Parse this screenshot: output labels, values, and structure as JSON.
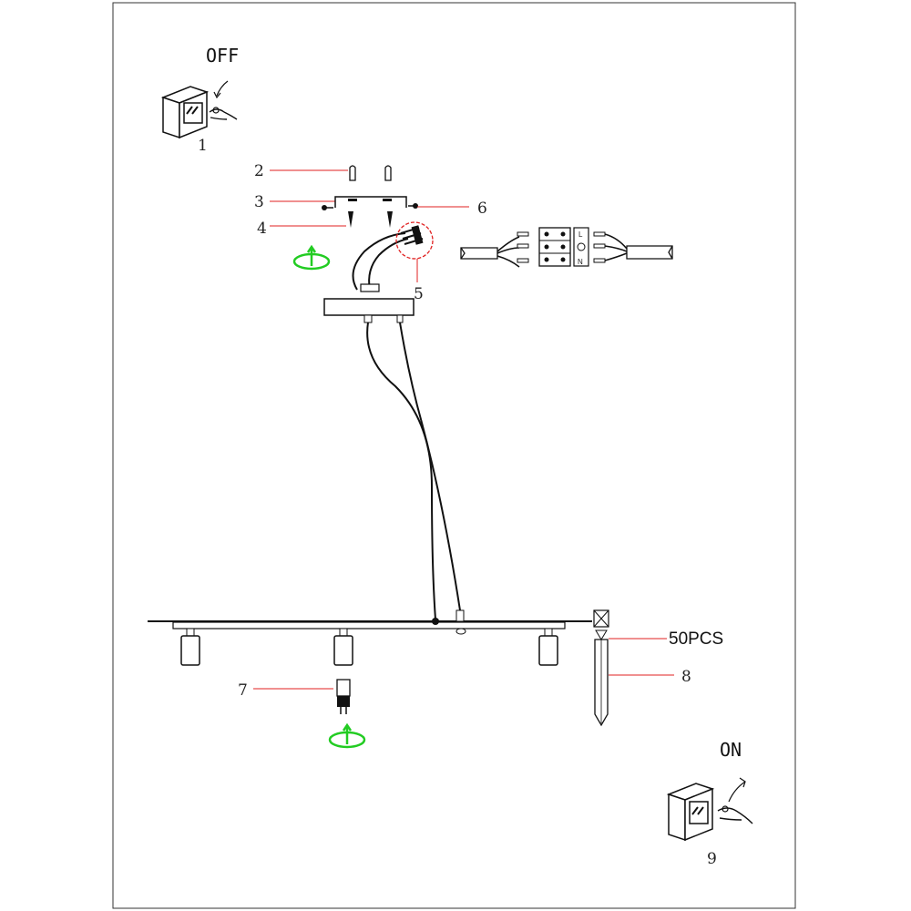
{
  "colors": {
    "frame": "#333333",
    "line": "#111111",
    "leader": "#e02020",
    "callout_circle": "#e02020",
    "rotate_arrow": "#22cc22"
  },
  "steps": {
    "off_label": "OFF",
    "on_label": "ON",
    "step_1": "1",
    "step_2": "2",
    "step_3": "3",
    "step_4": "4",
    "step_5": "5",
    "step_6": "6",
    "step_7": "7",
    "step_8": "8",
    "step_9": "9"
  },
  "quantity_label": "50PCS",
  "terminal_block": {
    "n_label": "N",
    "l_label": "L"
  },
  "icons": {
    "switch_off": "wall-switch-off-icon",
    "switch_on": "wall-switch-on-icon",
    "rotate": "rotate-arrow-icon",
    "wiring": "terminal-block-icon"
  }
}
